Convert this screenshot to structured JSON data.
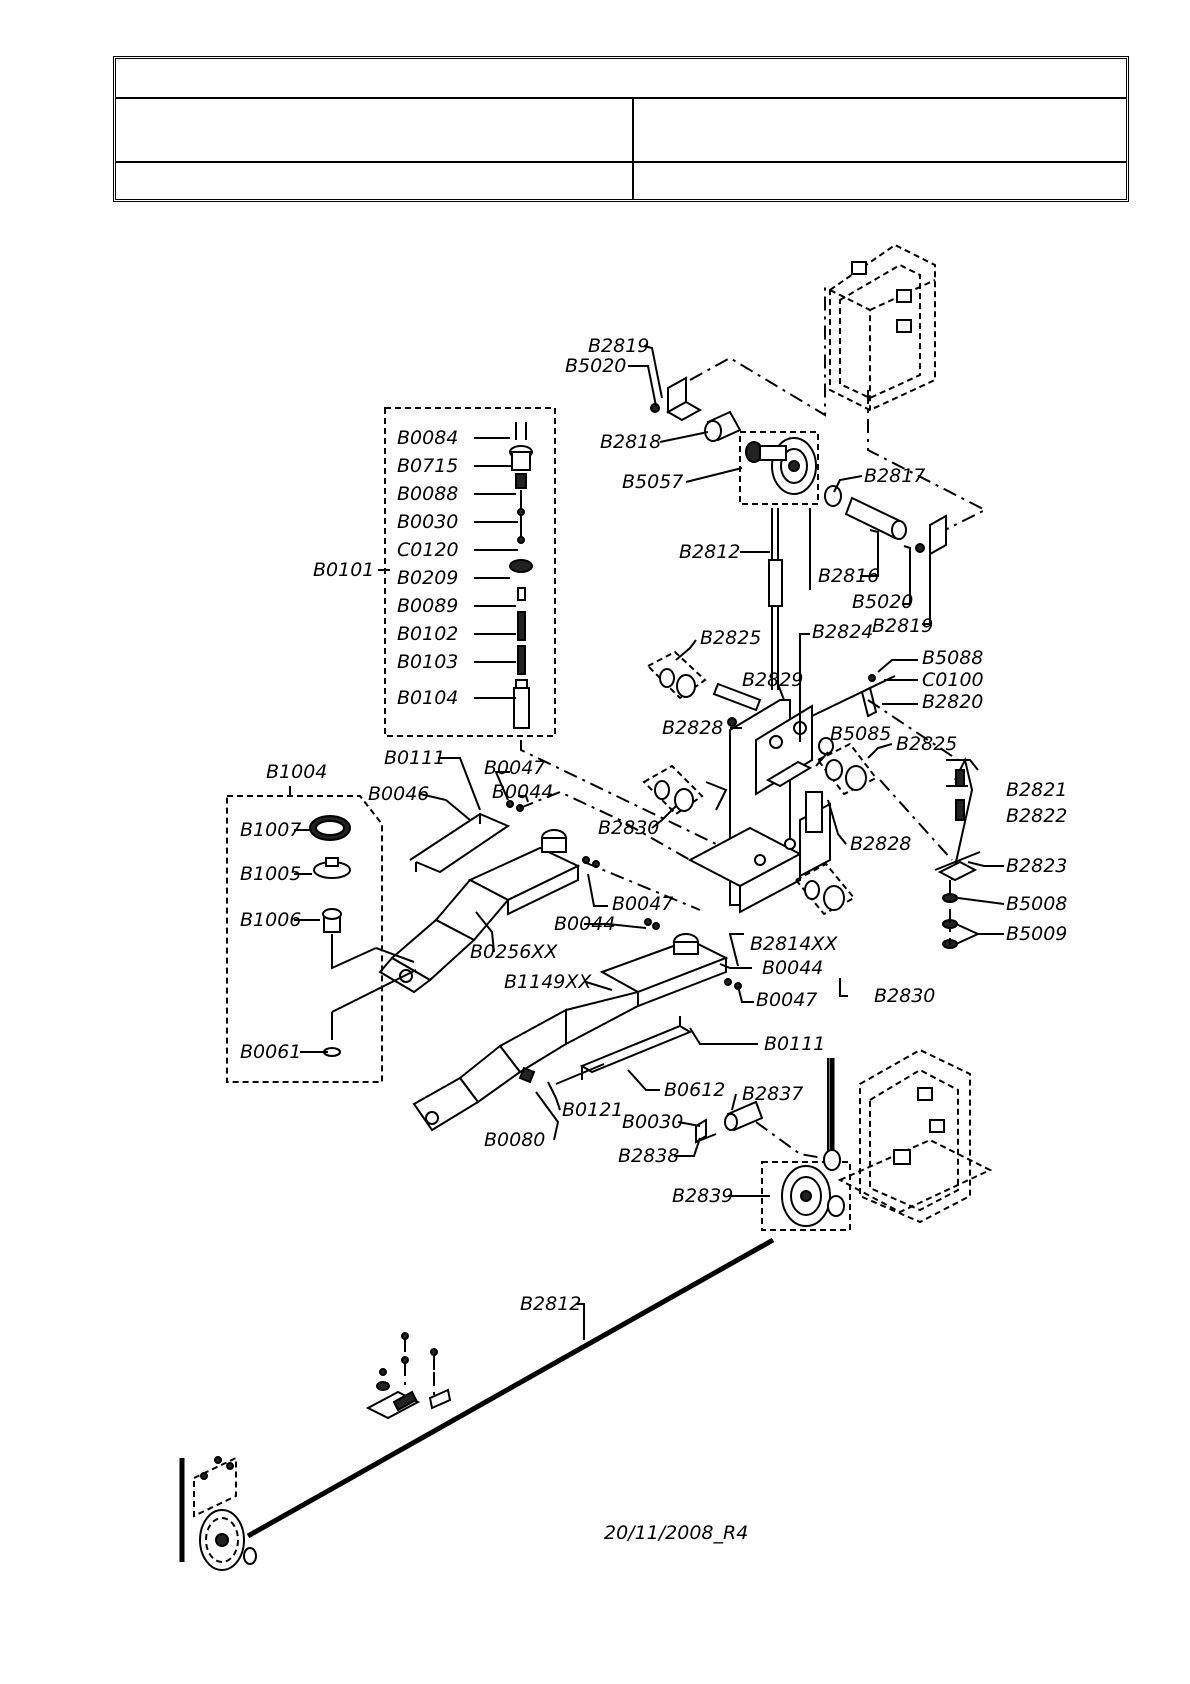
{
  "title_block": {
    "row1": "",
    "row2_left": "",
    "row2_right": "",
    "row3_left": "",
    "row3_right": ""
  },
  "parts": [
    {
      "id": "p-b2819-top",
      "label": "B2819"
    },
    {
      "id": "p-b5020-top",
      "label": "B5020"
    },
    {
      "id": "p-b2818",
      "label": "B2818"
    },
    {
      "id": "p-b5057",
      "label": "B5057"
    },
    {
      "id": "p-b2817",
      "label": "B2817"
    },
    {
      "id": "p-b2812-top",
      "label": "B2812"
    },
    {
      "id": "p-b2816",
      "label": "B2816"
    },
    {
      "id": "p-b5020-right",
      "label": "B5020"
    },
    {
      "id": "p-b2819-right",
      "label": "B2819"
    },
    {
      "id": "p-b0084",
      "label": "B0084"
    },
    {
      "id": "p-b0715",
      "label": "B0715"
    },
    {
      "id": "p-b0088",
      "label": "B0088"
    },
    {
      "id": "p-b0030-top",
      "label": "B0030"
    },
    {
      "id": "p-c0120",
      "label": "C0120"
    },
    {
      "id": "p-b0101",
      "label": "B0101"
    },
    {
      "id": "p-b0209",
      "label": "B0209"
    },
    {
      "id": "p-b0089",
      "label": "B0089"
    },
    {
      "id": "p-b0102",
      "label": "B0102"
    },
    {
      "id": "p-b0103",
      "label": "B0103"
    },
    {
      "id": "p-b0104",
      "label": "B0104"
    },
    {
      "id": "p-b2825-top",
      "label": "B2825"
    },
    {
      "id": "p-b2824",
      "label": "B2824"
    },
    {
      "id": "p-b5088",
      "label": "B5088"
    },
    {
      "id": "p-c0100",
      "label": "C0100"
    },
    {
      "id": "p-b2829",
      "label": "B2829"
    },
    {
      "id": "p-b2820",
      "label": "B2820"
    },
    {
      "id": "p-b2828-top",
      "label": "B2828"
    },
    {
      "id": "p-b5085",
      "label": "B5085"
    },
    {
      "id": "p-b2825-right",
      "label": "B2825"
    },
    {
      "id": "p-b2821",
      "label": "B2821"
    },
    {
      "id": "p-b2822",
      "label": "B2822"
    },
    {
      "id": "p-b2830-left",
      "label": "B2830"
    },
    {
      "id": "p-b2828-right",
      "label": "B2828"
    },
    {
      "id": "p-b2823",
      "label": "B2823"
    },
    {
      "id": "p-b5008",
      "label": "B5008"
    },
    {
      "id": "p-b5009",
      "label": "B5009"
    },
    {
      "id": "p-b1004",
      "label": "B1004"
    },
    {
      "id": "p-b0111-top",
      "label": "B0111"
    },
    {
      "id": "p-b0047-top",
      "label": "B0047"
    },
    {
      "id": "p-b0046",
      "label": "B0046"
    },
    {
      "id": "p-b0044-top",
      "label": "B0044"
    },
    {
      "id": "p-b1007",
      "label": "B1007"
    },
    {
      "id": "p-b1005",
      "label": "B1005"
    },
    {
      "id": "p-b0047-mid",
      "label": "B0047"
    },
    {
      "id": "p-b1006",
      "label": "B1006"
    },
    {
      "id": "p-b0044-mid",
      "label": "B0044"
    },
    {
      "id": "p-b2814xx",
      "label": "B2814XX"
    },
    {
      "id": "p-b0256xx",
      "label": "B0256XX"
    },
    {
      "id": "p-b0044-low",
      "label": "B0044"
    },
    {
      "id": "p-b1149xx",
      "label": "B1149XX"
    },
    {
      "id": "p-b0047-low",
      "label": "B0047"
    },
    {
      "id": "p-b2830-right",
      "label": "B2830"
    },
    {
      "id": "p-b0061",
      "label": "B0061"
    },
    {
      "id": "p-b0111-low",
      "label": "B0111"
    },
    {
      "id": "p-b0612",
      "label": "B0612"
    },
    {
      "id": "p-b2837",
      "label": "B2837"
    },
    {
      "id": "p-b0121",
      "label": "B0121"
    },
    {
      "id": "p-b0030-low",
      "label": "B0030"
    },
    {
      "id": "p-b0080",
      "label": "B0080"
    },
    {
      "id": "p-b2838",
      "label": "B2838"
    },
    {
      "id": "p-b2839",
      "label": "B2839"
    },
    {
      "id": "p-b2812-low",
      "label": "B2812"
    }
  ],
  "revision": "20/11/2008_R4"
}
